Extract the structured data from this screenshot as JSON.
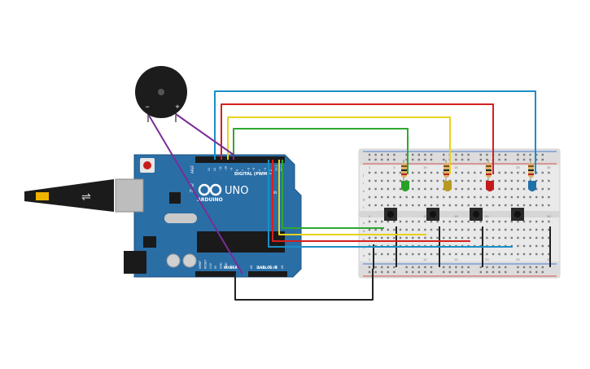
{
  "arduino": {
    "brand": "ARDUINO",
    "model": "UNO",
    "digital_label": "DIGITAL (PWM ~)",
    "power_label": "POWER",
    "analog_label": "ANALOG IN",
    "on_label": "ON",
    "tx_label": "TX",
    "rx_label": "RX",
    "aref_label": "AREF",
    "digital_pins": [
      "13",
      "12",
      "~11",
      "~10",
      "~9",
      "8",
      "7",
      "~6",
      "~5",
      "4",
      "~3",
      "2",
      "TX 1",
      "RX 0"
    ],
    "power_pins": [
      "IOREF",
      "RESET",
      "3.3V",
      "5V",
      "GND",
      "GND",
      "Vin"
    ],
    "analog_pins": [
      "A0",
      "A1",
      "A2",
      "A3",
      "A4",
      "A5"
    ]
  },
  "buzzer": {
    "minus": "−",
    "plus": "+"
  },
  "breadboard": {
    "col_numbers": [
      "1",
      "5",
      "10",
      "15",
      "20",
      "25",
      "30"
    ],
    "row_letters_top": [
      "j",
      "i",
      "h",
      "g",
      "f"
    ],
    "row_letters_bottom": [
      "e",
      "d",
      "c",
      "b",
      "a"
    ]
  },
  "colors": {
    "board": "#2a6ea6",
    "wire_blue": "#1a8fc7",
    "wire_red": "#d42020",
    "wire_yellow": "#e8d21c",
    "wire_green": "#2fa82f",
    "wire_purple": "#7a2d96",
    "wire_black": "#222222",
    "led_green": "#28a028",
    "led_yellow": "#b89a22",
    "led_red": "#c21a1a",
    "led_blue": "#1f6fa8"
  }
}
